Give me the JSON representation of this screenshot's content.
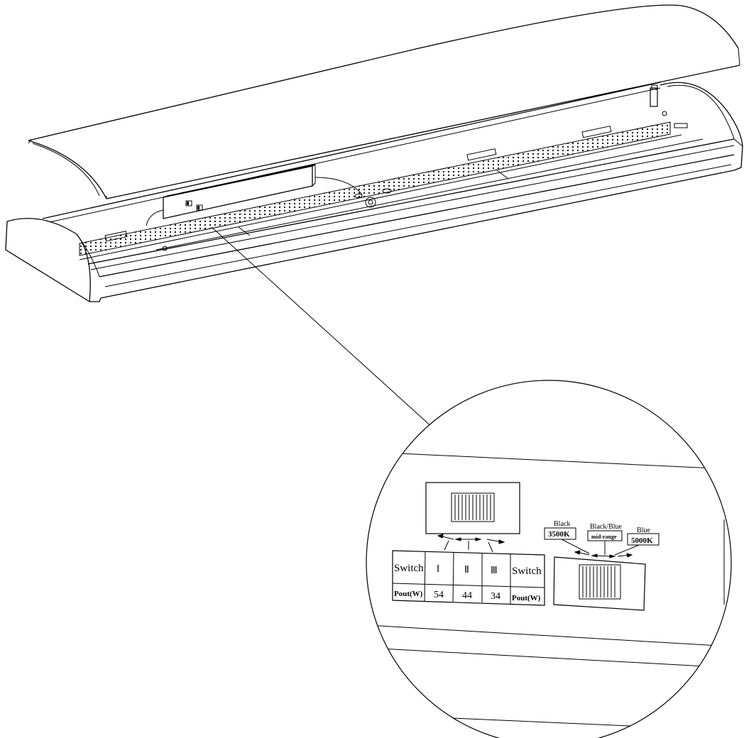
{
  "switch_table": {
    "header": [
      "Switch",
      "Ⅰ",
      "Ⅱ",
      "Ⅲ",
      "Switch"
    ],
    "row": [
      "Pout(W)",
      "54",
      "44",
      "34",
      "Pout(W)"
    ]
  },
  "cct_switch": {
    "left": {
      "wire": "Black",
      "value": "3500K"
    },
    "middle": {
      "wire": "Black/Blue",
      "value": "mid-range"
    },
    "right": {
      "wire": "Blue",
      "value": "5000K"
    }
  },
  "colors": {
    "line": "#000000",
    "background": "#ffffff"
  }
}
